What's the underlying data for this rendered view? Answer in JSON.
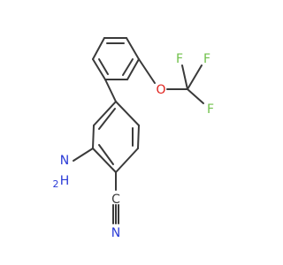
{
  "molecule": {
    "atom_labels": {
      "f_top_left": "F",
      "f_top_right": "F",
      "f_bottom": "F",
      "o": "O",
      "n_amino": "N",
      "h_amino": "H",
      "h2_sub": "2",
      "c_nitrile": "C",
      "n_nitrile": "N"
    },
    "colors": {
      "bond": "#3a3a3a",
      "carbon": "#3a3a3a",
      "fluorine": "#6fc04a",
      "oxygen": "#e0201b",
      "nitrogen": "#2a3ad6"
    }
  }
}
